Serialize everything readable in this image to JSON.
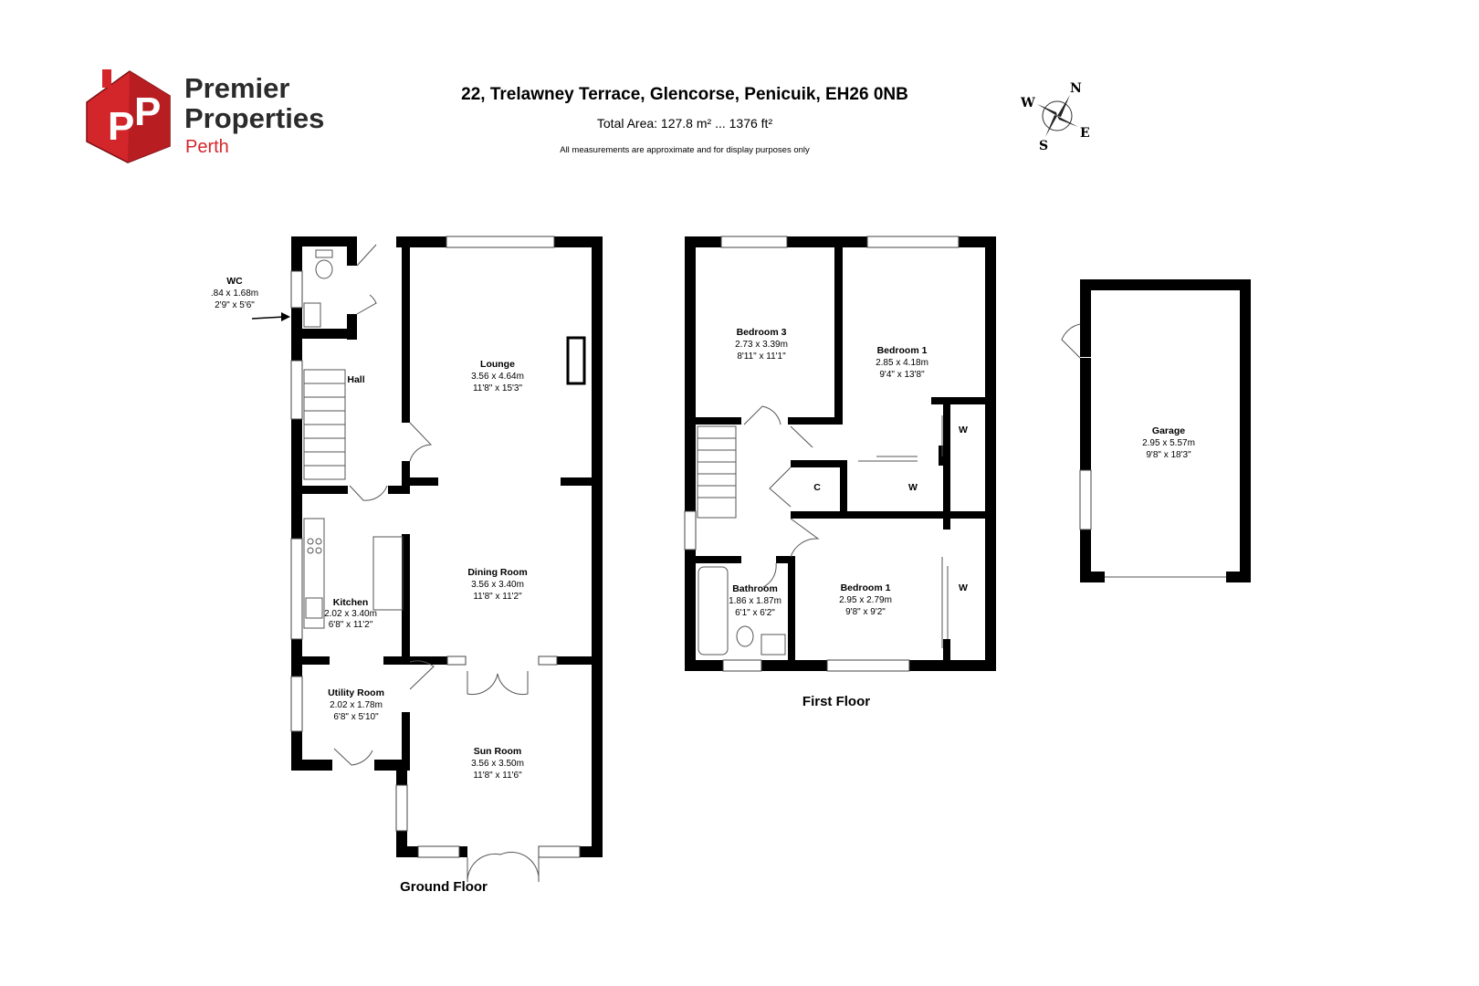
{
  "brand": {
    "line1": "Premier",
    "line2": "Properties",
    "line3": "Perth",
    "logo_letters": "PP",
    "color": "#d3262b"
  },
  "header": {
    "address": "22, Trelawney Terrace, Glencorse, Penicuik, EH26 0NB",
    "total_area": "Total Area: 127.8 m² ... 1376 ft²",
    "disclaimer": "All measurements are approximate and for display purposes only"
  },
  "compass": {
    "n": "N",
    "s": "S",
    "e": "E",
    "w": "W"
  },
  "floors": {
    "ground": "Ground Floor",
    "first": "First Floor"
  },
  "rooms": {
    "wc": {
      "name": "WC",
      "metric": ".84 x 1.68m",
      "imperial": "2'9\" x 5'6\""
    },
    "hall": {
      "name": "Hall"
    },
    "lounge": {
      "name": "Lounge",
      "metric": "3.56 x 4.64m",
      "imperial": "11'8\" x 15'3\""
    },
    "kitchen": {
      "name": "Kitchen",
      "metric": "2.02 x 3.40m",
      "imperial": "6'8\" x 11'2\""
    },
    "dining": {
      "name": "Dining Room",
      "metric": "3.56 x 3.40m",
      "imperial": "11'8\" x 11'2\""
    },
    "utility": {
      "name": "Utility Room",
      "metric": "2.02 x 1.78m",
      "imperial": "6'8\" x 5'10\""
    },
    "sun": {
      "name": "Sun Room",
      "metric": "3.56 x 3.50m",
      "imperial": "11'8\" x 11'6\""
    },
    "bed3": {
      "name": "Bedroom 3",
      "metric": "2.73 x 3.39m",
      "imperial": "8'11\" x 11'1\""
    },
    "bed1a": {
      "name": "Bedroom 1",
      "metric": "2.85 x 4.18m",
      "imperial": "9'4\" x 13'8\""
    },
    "bed1b": {
      "name": "Bedroom 1",
      "metric": "2.95 x 2.79m",
      "imperial": "9'8\" x 9'2\""
    },
    "bath": {
      "name": "Bathroom",
      "metric": "1.86 x 1.87m",
      "imperial": "6'1\" x 6'2\""
    },
    "garage": {
      "name": "Garage",
      "metric": "2.95 x 5.57m",
      "imperial": "9'8\" x 18'3\""
    },
    "cupboard": {
      "name": "C"
    },
    "wardrobe": {
      "name": "W"
    }
  }
}
